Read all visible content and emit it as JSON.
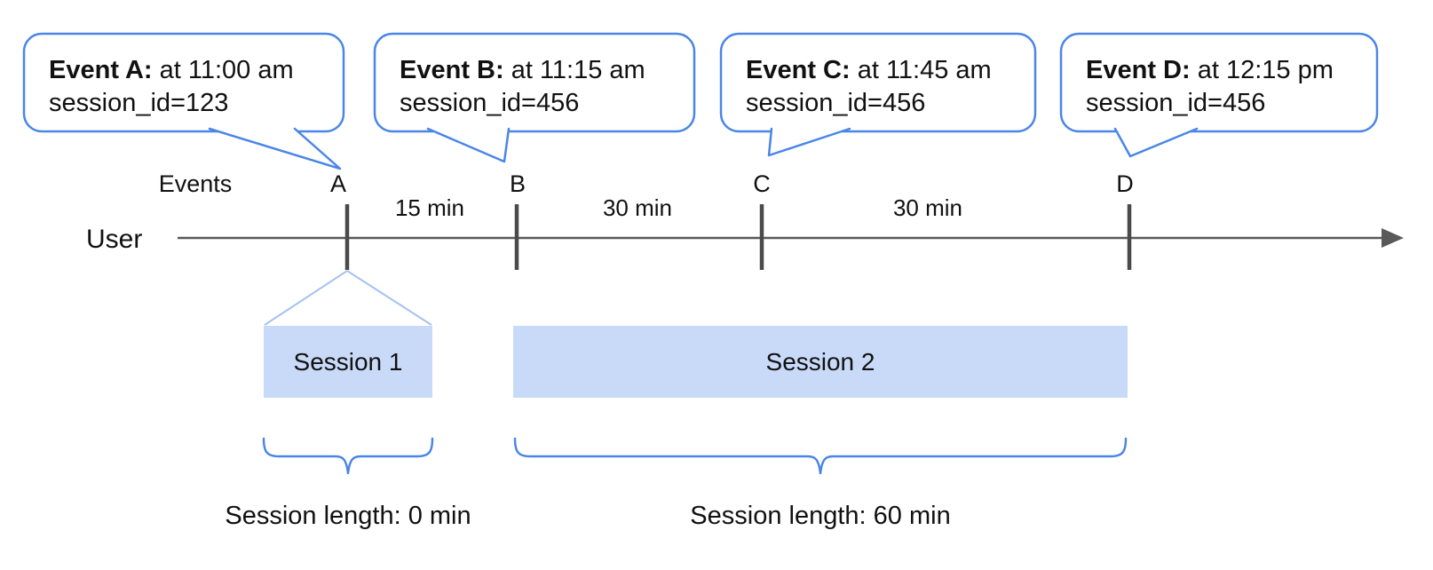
{
  "colors": {
    "accent-blue": "#4a86e8",
    "light-blue-fill": "#c9daf8",
    "fan-line-blue": "#a4c2f4",
    "timeline-gray": "#595959",
    "tick-gray": "#4a4a4a",
    "text-black": "#111111"
  },
  "bubbles": [
    {
      "title": "Event A:",
      "time": " at 11:00 am",
      "session": "session_id=123"
    },
    {
      "title": "Event B:",
      "time": " at 11:15 am",
      "session": "session_id=456"
    },
    {
      "title": "Event C:",
      "time": " at 11:45 am",
      "session": "session_id=456"
    },
    {
      "title": "Event D:",
      "time": " at 12:15 pm",
      "session": "session_id=456"
    }
  ],
  "timeline": {
    "events_label": "Events",
    "user_label": "User",
    "event_marks": [
      "A",
      "B",
      "C",
      "D"
    ],
    "intervals": [
      "15 min",
      "30 min",
      "30 min"
    ]
  },
  "sessions": [
    {
      "label": "Session 1",
      "length_label": "Session length: 0 min"
    },
    {
      "label": "Session 2",
      "length_label": "Session length: 60 min"
    }
  ]
}
